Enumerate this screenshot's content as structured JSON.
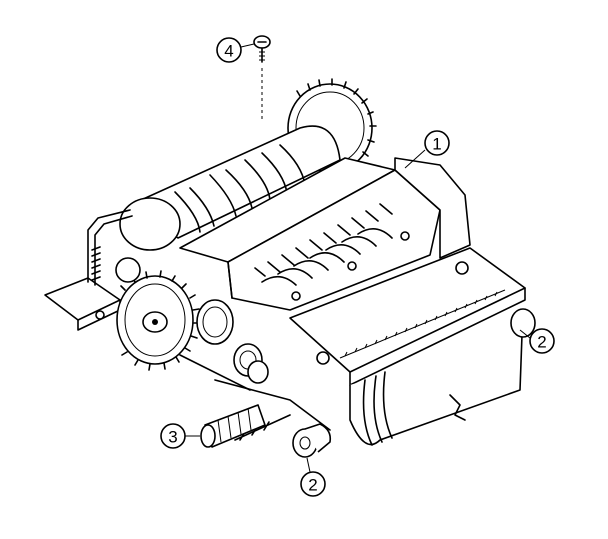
{
  "callouts": [
    {
      "id": "c1",
      "label": "1"
    },
    {
      "id": "c2a",
      "label": "2"
    },
    {
      "id": "c2b",
      "label": "2"
    },
    {
      "id": "c3",
      "label": "3"
    },
    {
      "id": "c4",
      "label": "4"
    }
  ]
}
